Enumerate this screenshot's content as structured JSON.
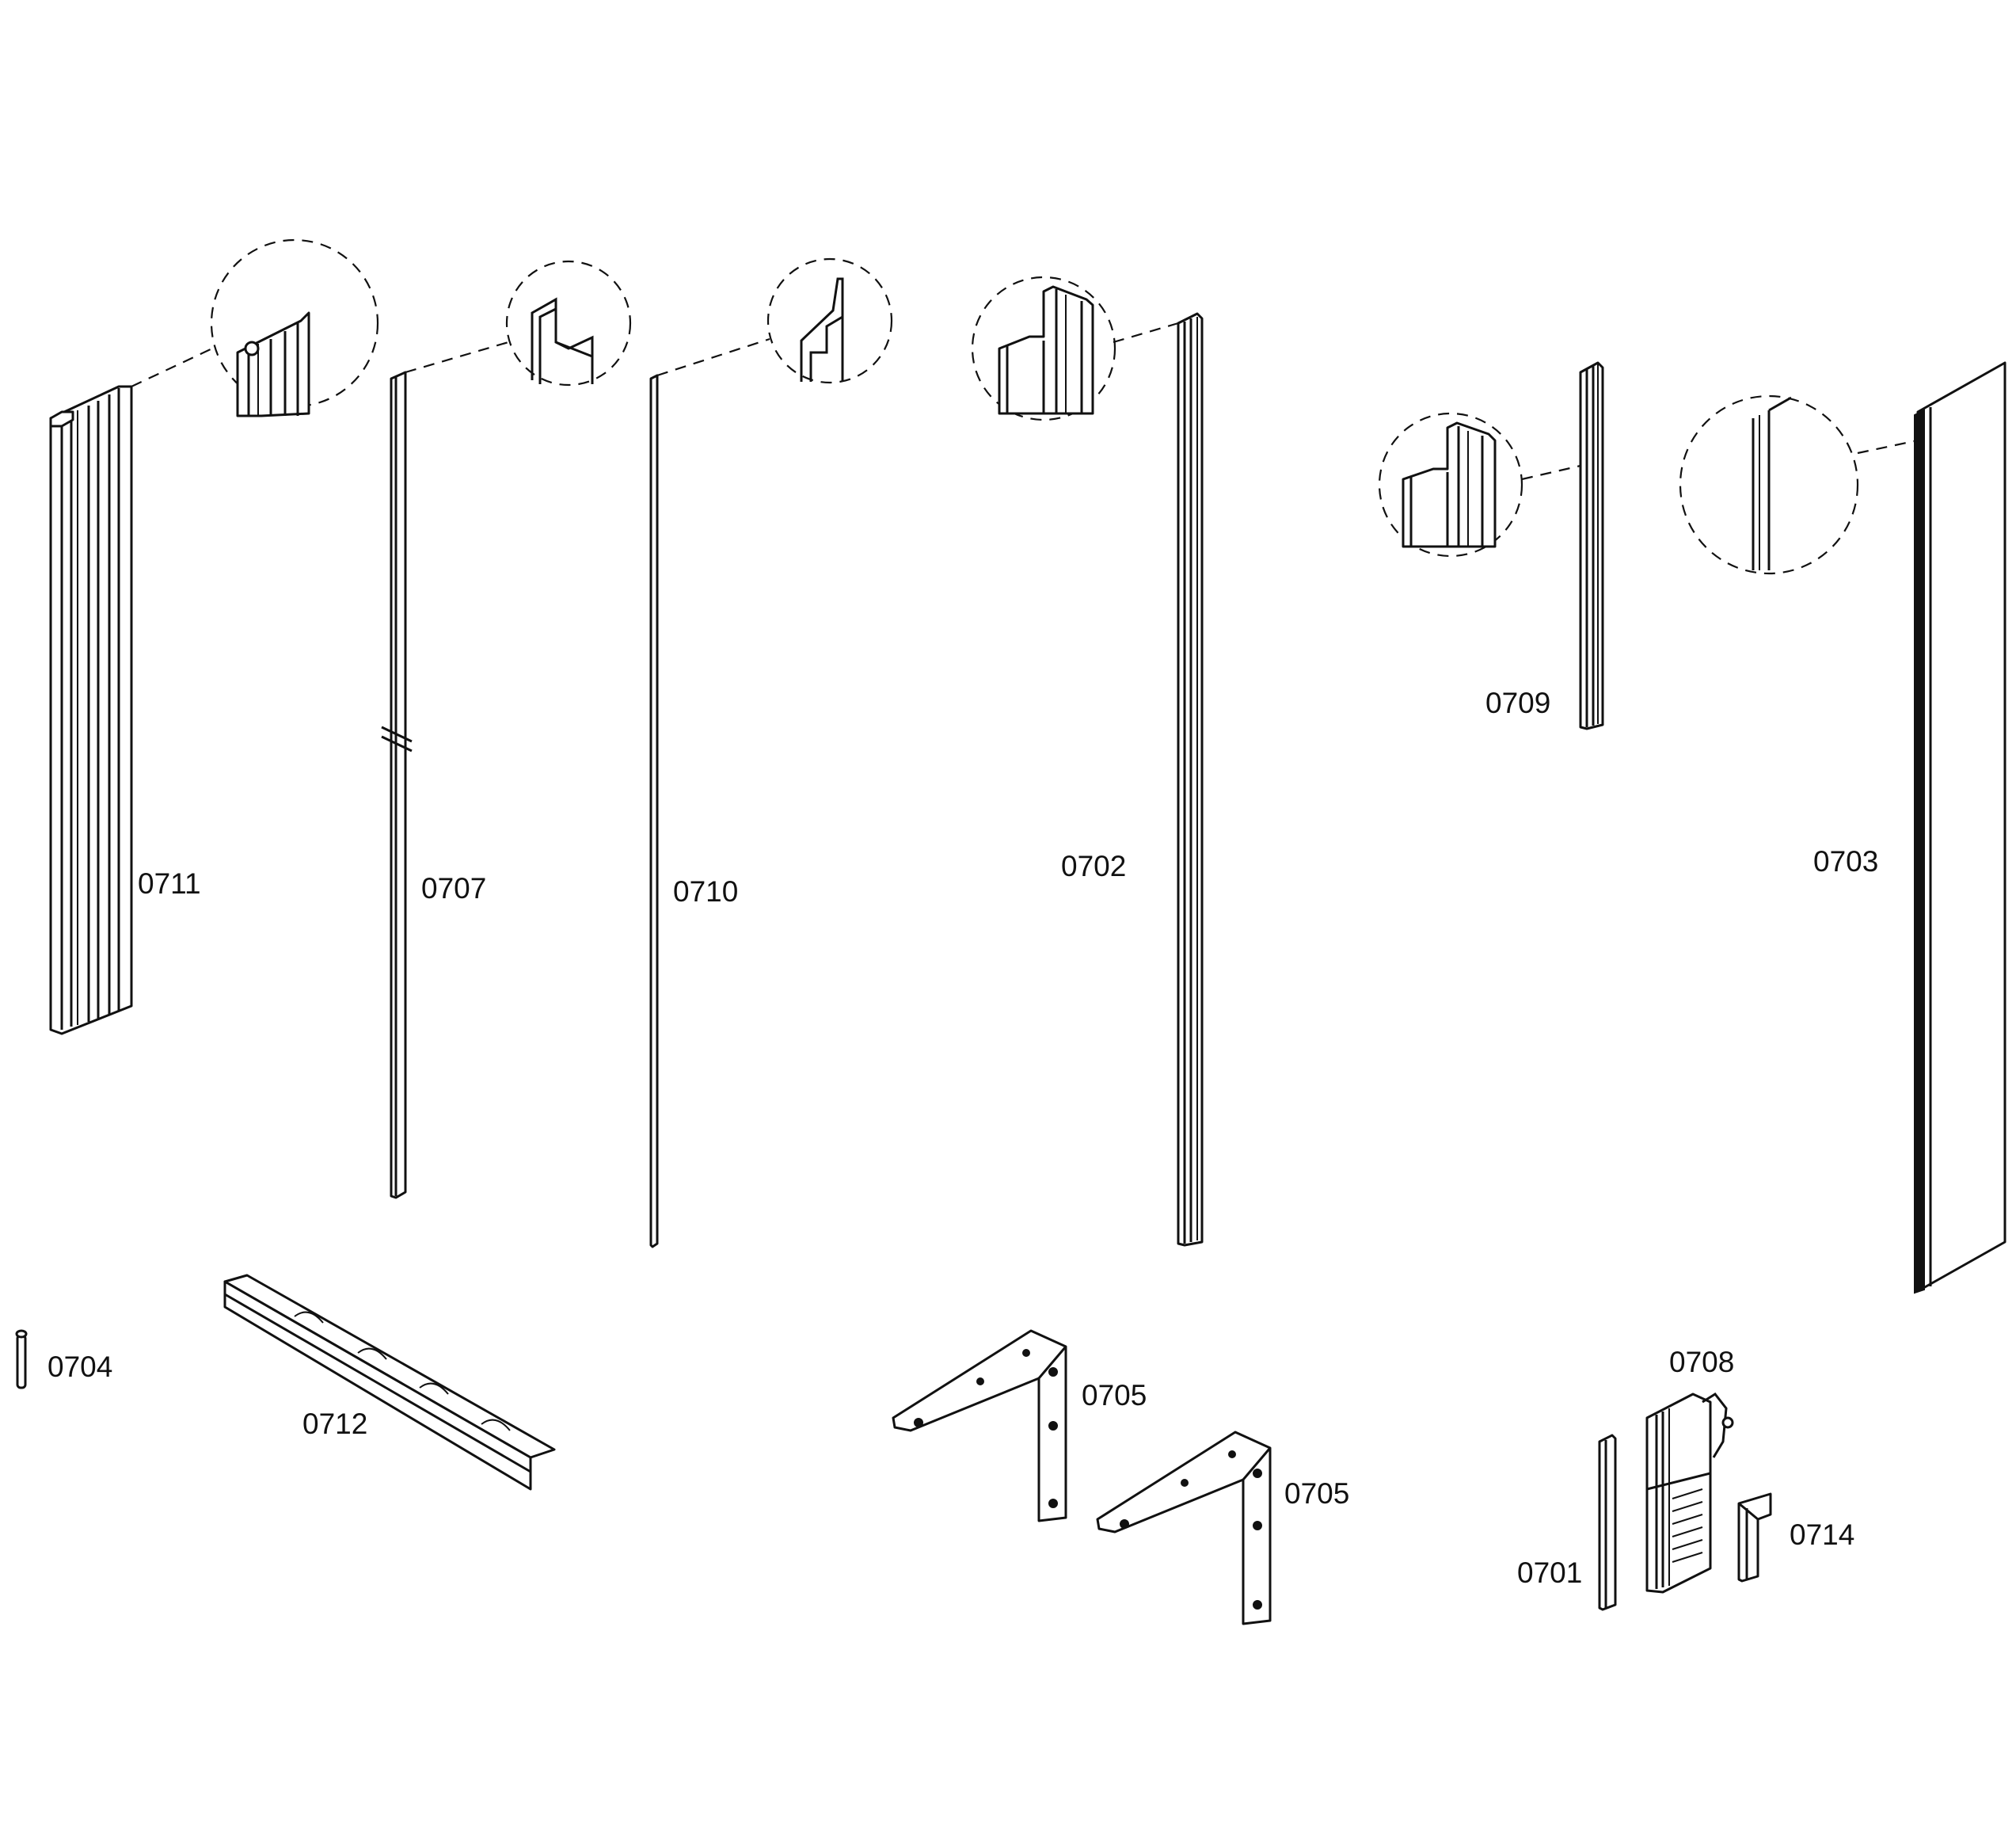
{
  "parts": {
    "p0711": "0711",
    "p0707": "0707",
    "p0710": "0710",
    "p0702": "0702",
    "p0709": "0709",
    "p0703": "0703",
    "p0704": "0704",
    "p0712": "0712",
    "p0705a": "0705",
    "p0705b": "0705",
    "p0708": "0708",
    "p0714": "0714",
    "p0701": "0701"
  }
}
